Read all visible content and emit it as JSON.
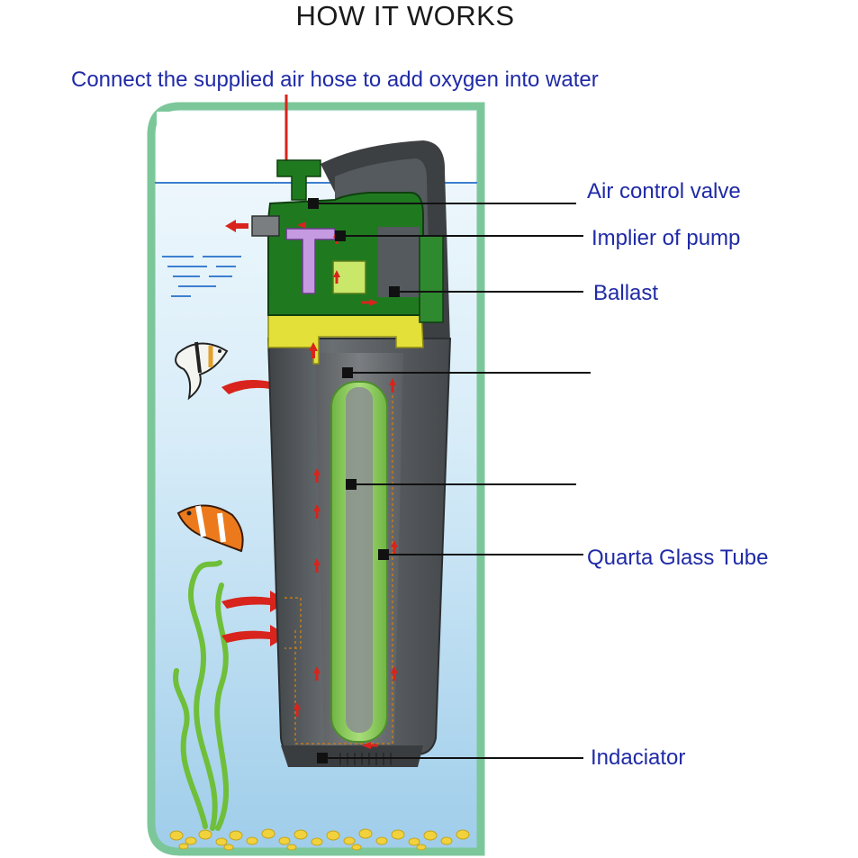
{
  "title": "HOW IT WORKS",
  "hose_note": "Connect the supplied air hose to add oxygen into water",
  "callouts": {
    "air_control_valve": "Air control valve",
    "implier_of_pump": "Implier of pump",
    "ballast": "Ballast",
    "quarta_glass_tube": "Quarta Glass Tube",
    "indaciator": "Indaciator"
  },
  "colors": {
    "label_text": "#1f2aa6",
    "tank_frame": "#7cc79a",
    "water_top": "#eaf6fc",
    "water_bottom": "#a9d3ee",
    "filter_body": "#555a5e",
    "filter_head": "#1f7a1f",
    "yellow_band": "#e3e03a",
    "uv_tube": "#8bcf5a",
    "flow_arrow": "#d8241c",
    "gravel": "#f1d23c"
  }
}
